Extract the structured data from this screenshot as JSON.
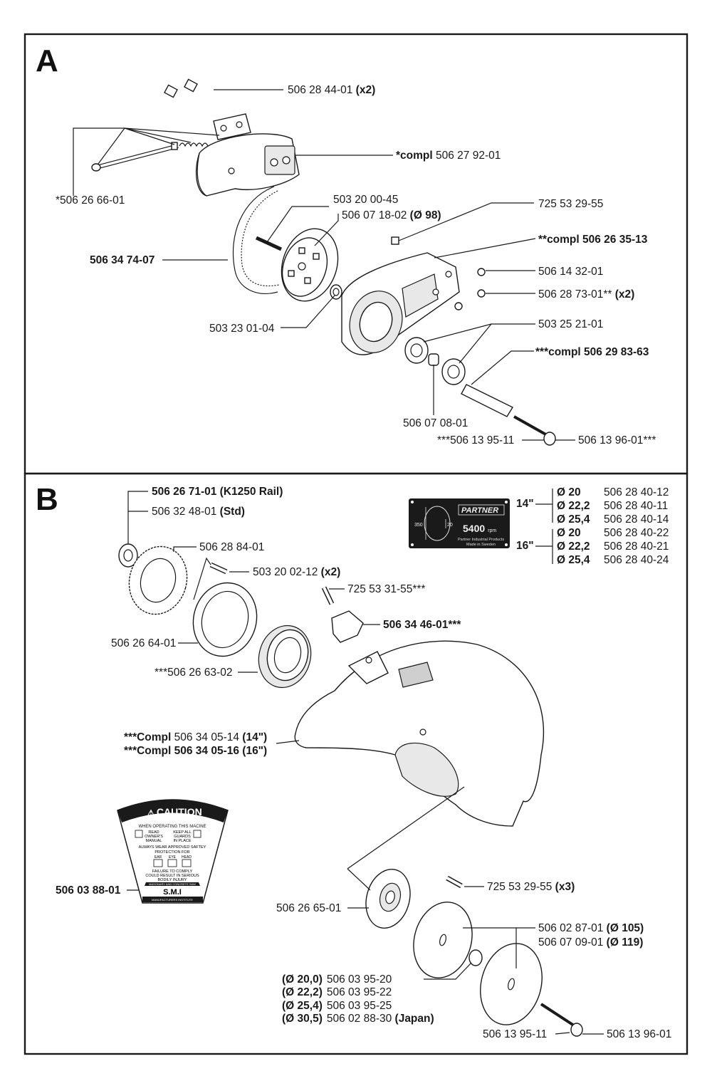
{
  "sections": {
    "a": {
      "letter": "A"
    },
    "b": {
      "letter": "B"
    }
  },
  "labels_a": {
    "screw_top": [
      "506 28 44-01 ",
      "(x2)"
    ],
    "belt_guard": [
      "*compl ",
      "506 27 92-01"
    ],
    "tension_screw": [
      "*506 26 66-01",
      ""
    ],
    "pulley_nut": [
      "503 20 00-45",
      ""
    ],
    "pulley": [
      "506 07 18-02 ",
      "(Ø 98)"
    ],
    "screw_725": [
      "725 53 29-55",
      ""
    ],
    "belt": [
      "506 34 74-07",
      ""
    ],
    "arm_compl": [
      "**compl 506 26 35-13",
      ""
    ],
    "nut_1432": [
      "506 14 32-01",
      ""
    ],
    "screw_2873": [
      "506 28 73-01** ",
      "(x2)"
    ],
    "washer_2301": [
      "503 23 01-04",
      ""
    ],
    "bearing": [
      "503 25 21-01",
      ""
    ],
    "shaft_compl": [
      "***compl 506 29 83-63",
      ""
    ],
    "spacer": [
      "506 07 08-01",
      ""
    ],
    "bolt_a": [
      "***506 13 95-11",
      ""
    ],
    "washer_a": [
      "506 13 96-01***",
      ""
    ]
  },
  "labels_b": {
    "ring_rail": [
      "506 26 71-01 (K1250 Rail)",
      ""
    ],
    "ring_std": [
      "506 32 48-01 ",
      "(Std)"
    ],
    "flange_ring": [
      "506 28 84-01",
      ""
    ],
    "screw_0212": [
      "503 20 02-12 ",
      "(x2)"
    ],
    "screw_3155": [
      "725 53 31-55***",
      ""
    ],
    "clamp": [
      "506 34 46-01***",
      ""
    ],
    "ring_2664": [
      "506 26 64-01",
      ""
    ],
    "bushing_2663": [
      "***506 26 63-02",
      ""
    ],
    "guard_14": [
      "***Compl ",
      "506 34 05-14 ",
      "(14\")"
    ],
    "guard_16": [
      "***Compl 506 34 05-16 (16\")",
      "",
      ""
    ],
    "decal": [
      "506 03 88-01",
      ""
    ],
    "screw_x3": [
      "725 53 29-55 ",
      "(x3)"
    ],
    "inner_flange": [
      "506 26 65-01",
      ""
    ],
    "outer_105": [
      "506 02 87-01 ",
      "(Ø 105)"
    ],
    "outer_119": [
      "506 07 09-01 ",
      "(Ø 119)"
    ],
    "bolt_b": [
      "506 13 95-11",
      ""
    ],
    "washer_b": [
      "506 13 96-01",
      ""
    ]
  },
  "bushings": [
    {
      "dia": "(Ø 20,0)",
      "part": "506 03 95-20",
      "note": ""
    },
    {
      "dia": "(Ø 22,2)",
      "part": "506 03 95-22",
      "note": ""
    },
    {
      "dia": "(Ø 25,4)",
      "part": "506 03 95-25",
      "note": ""
    },
    {
      "dia": "(Ø 30,5)",
      "part": "506 02 88-30 ",
      "note": "(Japan)"
    }
  ],
  "plate": {
    "brand": "PARTNER",
    "rpm_value": "5400",
    "rpm_unit": "rpm",
    "dim_left": "350",
    "dim_right": "20",
    "footer1": "Partner Industrial Products",
    "footer2": "Made in Sweden"
  },
  "plate_table": [
    {
      "size": "14\"",
      "rows": [
        {
          "dia": "Ø 20",
          "part": "506 28 40-12"
        },
        {
          "dia": "Ø 22,2",
          "part": "506 28 40-11"
        },
        {
          "dia": "Ø 25,4",
          "part": "506 28 40-14"
        }
      ]
    },
    {
      "size": "16\"",
      "rows": [
        {
          "dia": "Ø 20",
          "part": "506 28 40-22"
        },
        {
          "dia": "Ø 22,2",
          "part": "506 28 40-21"
        },
        {
          "dia": "Ø 25,4",
          "part": "506 28 40-24"
        }
      ]
    }
  ],
  "caution": {
    "title": "CAUTION",
    "line1": "WHEN OPERATING THIS MACINE",
    "col1a": "READ",
    "col1b": "OWNER'S",
    "col1c": "MANUAL",
    "col2a": "KEEP ALL",
    "col2b": "GUARDS",
    "col2c": "IN PLACE",
    "line2": "ALWAYS WEAR APPROVED SAFTEY",
    "line3": "PROTECTION FOR",
    "ear": "EAR",
    "eye": "EYE",
    "head": "HEAD",
    "line4": "FAILURE TO COMPLY",
    "line5": "COULD RESULT IN SERIOUS",
    "line6": "BODILY INJURY",
    "line7": "MASONARY AND CONCRETE SAW",
    "smi": "S.M.I",
    "line8": "MANUFACTURERS INSTITUTE"
  }
}
